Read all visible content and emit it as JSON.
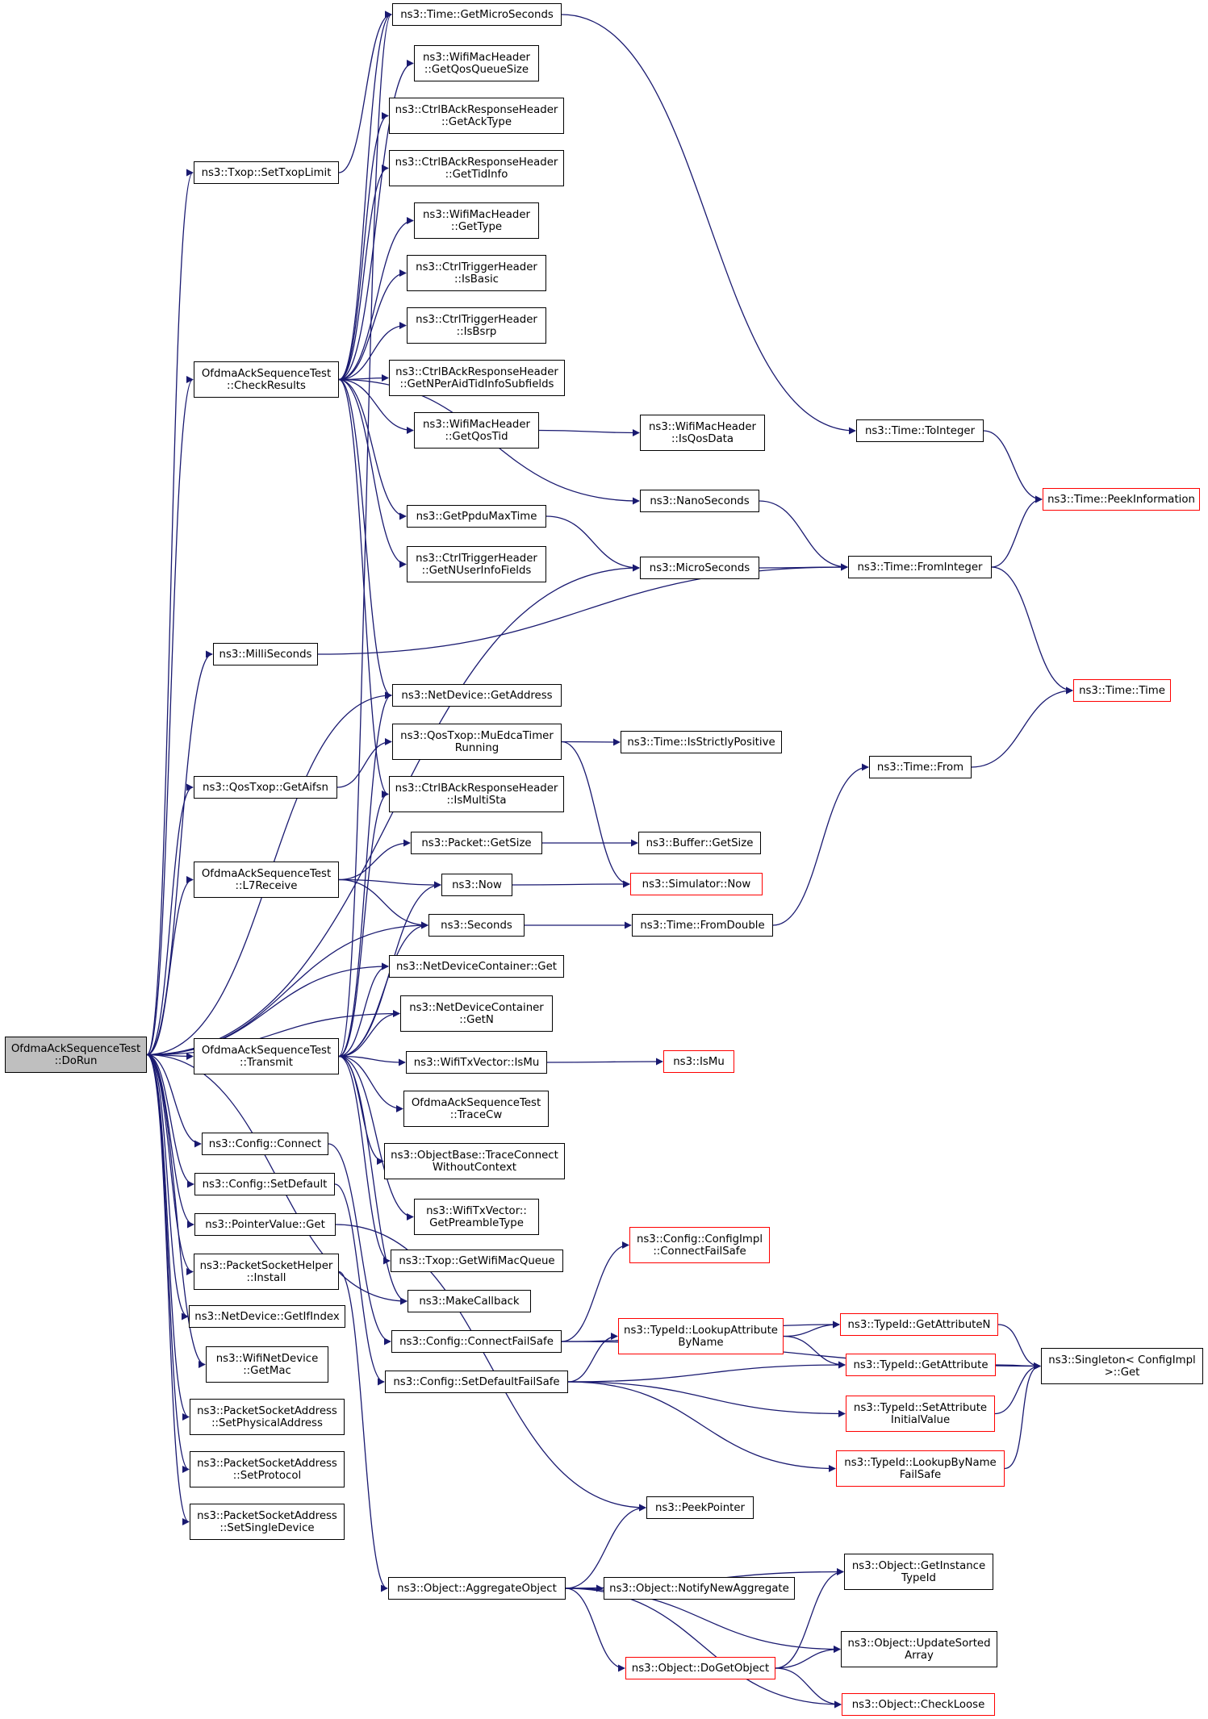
{
  "nodes": {
    "do_run": [
      "OfdmaAckSequenceTest",
      "::DoRun"
    ],
    "set_txop_limit": [
      "ns3::Txop::SetTxopLimit"
    ],
    "check_results": [
      "OfdmaAckSequenceTest",
      "::CheckResults"
    ],
    "milli_seconds": [
      "ns3::MilliSeconds"
    ],
    "get_aifsn": [
      "ns3::QosTxop::GetAifsn"
    ],
    "l7_receive": [
      "OfdmaAckSequenceTest",
      "::L7Receive"
    ],
    "transmit": [
      "OfdmaAckSequenceTest",
      "::Transmit"
    ],
    "config_connect": [
      "ns3::Config::Connect"
    ],
    "config_set_default": [
      "ns3::Config::SetDefault"
    ],
    "pointer_value_get": [
      "ns3::PointerValue::Get"
    ],
    "packet_socket_helper_install": [
      "ns3::PacketSocketHelper",
      "::Install"
    ],
    "net_device_get_if_index": [
      "ns3::NetDevice::GetIfIndex"
    ],
    "wifi_net_device_get_mac": [
      "ns3::WifiNetDevice",
      "::GetMac"
    ],
    "set_physical_address": [
      "ns3::PacketSocketAddress",
      "::SetPhysicalAddress"
    ],
    "set_protocol": [
      "ns3::PacketSocketAddress",
      "::SetProtocol"
    ],
    "set_single_device": [
      "ns3::PacketSocketAddress",
      "::SetSingleDevice"
    ],
    "time_get_micro_seconds": [
      "ns3::Time::GetMicroSeconds"
    ],
    "get_qos_queue_size": [
      "ns3::WifiMacHeader",
      "::GetQosQueueSize"
    ],
    "get_ack_type": [
      "ns3::CtrlBAckResponseHeader",
      "::GetAckType"
    ],
    "get_tid_info": [
      "ns3::CtrlBAckResponseHeader",
      "::GetTidInfo"
    ],
    "get_type": [
      "ns3::WifiMacHeader",
      "::GetType"
    ],
    "is_basic": [
      "ns3::CtrlTriggerHeader",
      "::IsBasic"
    ],
    "is_bsrp": [
      "ns3::CtrlTriggerHeader",
      "::IsBsrp"
    ],
    "get_n_per_aid": [
      "ns3::CtrlBAckResponseHeader",
      "::GetNPerAidTidInfoSubfields"
    ],
    "get_qos_tid": [
      "ns3::WifiMacHeader",
      "::GetQosTid"
    ],
    "get_ppdu_max_time": [
      "ns3::GetPpduMaxTime"
    ],
    "get_n_user_info": [
      "ns3::CtrlTriggerHeader",
      "::GetNUserInfoFields"
    ],
    "net_device_get_address": [
      "ns3::NetDevice::GetAddress"
    ],
    "mu_edca_timer": [
      "ns3::QosTxop::MuEdcaTimer",
      "Running"
    ],
    "is_multi_sta": [
      "ns3::CtrlBAckResponseHeader",
      "::IsMultiSta"
    ],
    "packet_get_size": [
      "ns3::Packet::GetSize"
    ],
    "now": [
      "ns3::Now"
    ],
    "seconds": [
      "ns3::Seconds"
    ],
    "ndc_get": [
      "ns3::NetDeviceContainer::Get"
    ],
    "ndc_get_n": [
      "ns3::NetDeviceContainer",
      "::GetN"
    ],
    "wifi_tx_vector_is_mu": [
      "ns3::WifiTxVector::IsMu"
    ],
    "trace_cw": [
      "OfdmaAckSequenceTest",
      "::TraceCw"
    ],
    "trace_connect_wo_ctx": [
      "ns3::ObjectBase::TraceConnect",
      "WithoutContext"
    ],
    "get_preamble_type": [
      "ns3::WifiTxVector::",
      "GetPreambleType"
    ],
    "get_wifi_mac_queue": [
      "ns3::Txop::GetWifiMacQueue"
    ],
    "make_callback": [
      "ns3::MakeCallback"
    ],
    "connect_fail_safe": [
      "ns3::Config::ConnectFailSafe"
    ],
    "set_default_fail_safe": [
      "ns3::Config::SetDefaultFailSafe"
    ],
    "aggregate_object": [
      "ns3::Object::AggregateObject"
    ],
    "is_qos_data": [
      "ns3::WifiMacHeader",
      "::IsQosData"
    ],
    "nano_seconds": [
      "ns3::NanoSeconds"
    ],
    "micro_seconds": [
      "ns3::MicroSeconds"
    ],
    "time_is_strictly_positive": [
      "ns3::Time::IsStrictlyPositive"
    ],
    "buffer_get_size": [
      "ns3::Buffer::GetSize"
    ],
    "simulator_now": [
      "ns3::Simulator::Now"
    ],
    "time_from_double": [
      "ns3::Time::FromDouble"
    ],
    "is_mu": [
      "ns3::IsMu"
    ],
    "config_impl_connect_fail_safe": [
      "ns3::Config::ConfigImpl",
      "::ConnectFailSafe"
    ],
    "lookup_attribute_by_name": [
      "ns3::TypeId::LookupAttribute",
      "ByName"
    ],
    "peek_pointer": [
      "ns3::PeekPointer"
    ],
    "notify_new_aggregate": [
      "ns3::Object::NotifyNewAggregate"
    ],
    "do_get_object": [
      "ns3::Object::DoGetObject"
    ],
    "time_to_integer": [
      "ns3::Time::ToInteger"
    ],
    "time_from_integer": [
      "ns3::Time::FromInteger"
    ],
    "time_from": [
      "ns3::Time::From"
    ],
    "get_attribute_n": [
      "ns3::TypeId::GetAttributeN"
    ],
    "get_attribute": [
      "ns3::TypeId::GetAttribute"
    ],
    "set_attribute_initial_value": [
      "ns3::TypeId::SetAttribute",
      "InitialValue"
    ],
    "lookup_by_name_fail_safe": [
      "ns3::TypeId::LookupByName",
      "FailSafe"
    ],
    "get_instance_type_id": [
      "ns3::Object::GetInstance",
      "TypeId"
    ],
    "update_sorted_array": [
      "ns3::Object::UpdateSorted",
      "Array"
    ],
    "check_loose": [
      "ns3::Object::CheckLoose"
    ],
    "time_peek_information": [
      "ns3::Time::PeekInformation"
    ],
    "time_time": [
      "ns3::Time::Time"
    ],
    "singleton_get": [
      "ns3::Singleton< ConfigImpl",
      " >::Get"
    ]
  },
  "colors": {
    "edge": "#191970",
    "border": "#000000",
    "truncated_border": "#ff0000",
    "root_fill": "#bfbfbf"
  }
}
